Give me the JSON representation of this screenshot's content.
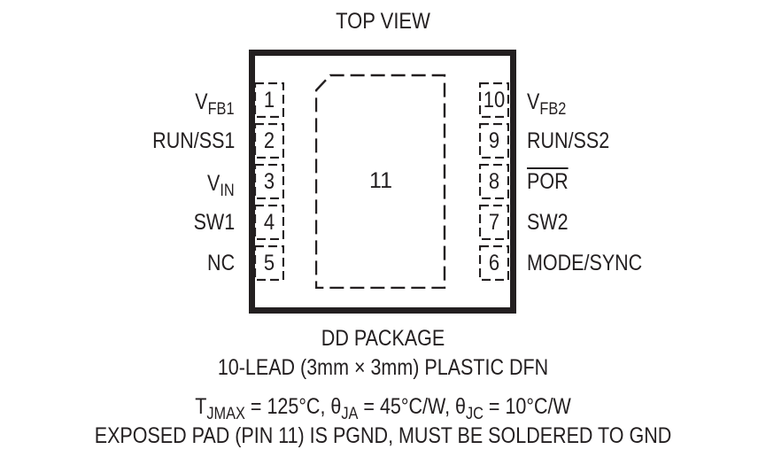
{
  "diagram": {
    "title": "TOP VIEW",
    "package": {
      "exposed_pad_number": "11",
      "left_pins": [
        {
          "number": "1",
          "label_main": "V",
          "label_sub": "FB1",
          "overbar": false
        },
        {
          "number": "2",
          "label_main": "RUN/SS1",
          "label_sub": "",
          "overbar": false
        },
        {
          "number": "3",
          "label_main": "V",
          "label_sub": "IN",
          "overbar": false
        },
        {
          "number": "4",
          "label_main": "SW1",
          "label_sub": "",
          "overbar": false
        },
        {
          "number": "5",
          "label_main": "NC",
          "label_sub": "",
          "overbar": false
        }
      ],
      "right_pins": [
        {
          "number": "10",
          "label_main": "V",
          "label_sub": "FB2",
          "overbar": false
        },
        {
          "number": "9",
          "label_main": "RUN/SS2",
          "label_sub": "",
          "overbar": false
        },
        {
          "number": "8",
          "label_main": "POR",
          "label_sub": "",
          "overbar": true
        },
        {
          "number": "7",
          "label_main": "SW2",
          "label_sub": "",
          "overbar": false
        },
        {
          "number": "6",
          "label_main": "MODE/SYNC",
          "label_sub": "",
          "overbar": false
        }
      ]
    },
    "caption": {
      "line1": "DD PACKAGE",
      "line2": "10-LEAD (3mm × 3mm) PLASTIC DFN",
      "thermal": {
        "t_main": "T",
        "t_sub": "JMAX",
        "t_val": " = 125°C, ",
        "ja_main": "θ",
        "ja_sub": "JA",
        "ja_val": " = 45°C/W, ",
        "jc_main": "θ",
        "jc_sub": "JC",
        "jc_val": " = 10°C/W"
      },
      "line4": "EXPOSED PAD (PIN 11) IS PGND, MUST BE SOLDERED TO GND"
    },
    "colors": {
      "ink": "#231f20",
      "background": "#ffffff"
    }
  }
}
